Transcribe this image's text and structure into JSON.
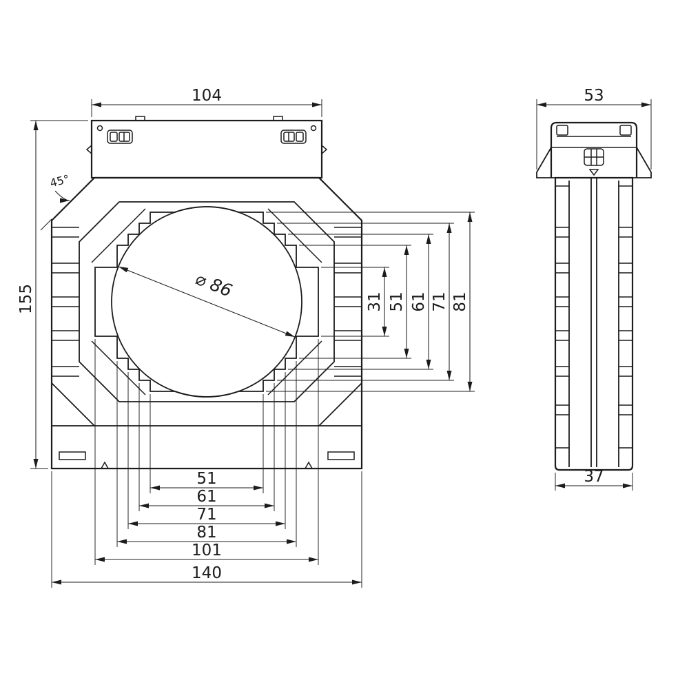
{
  "colors": {
    "line": "#1c1c1c",
    "background": "#ffffff"
  },
  "front_view": {
    "top_width": "104",
    "overall_height": "155",
    "chamfer_angle": "45°",
    "bore_diameter": "⌀ 86",
    "window_heights": [
      "31",
      "51",
      "61",
      "71",
      "81"
    ],
    "window_widths": [
      "51",
      "61",
      "71",
      "81",
      "101"
    ],
    "overall_width": "140"
  },
  "side_view": {
    "top_width": "53",
    "bottom_width": "37"
  }
}
